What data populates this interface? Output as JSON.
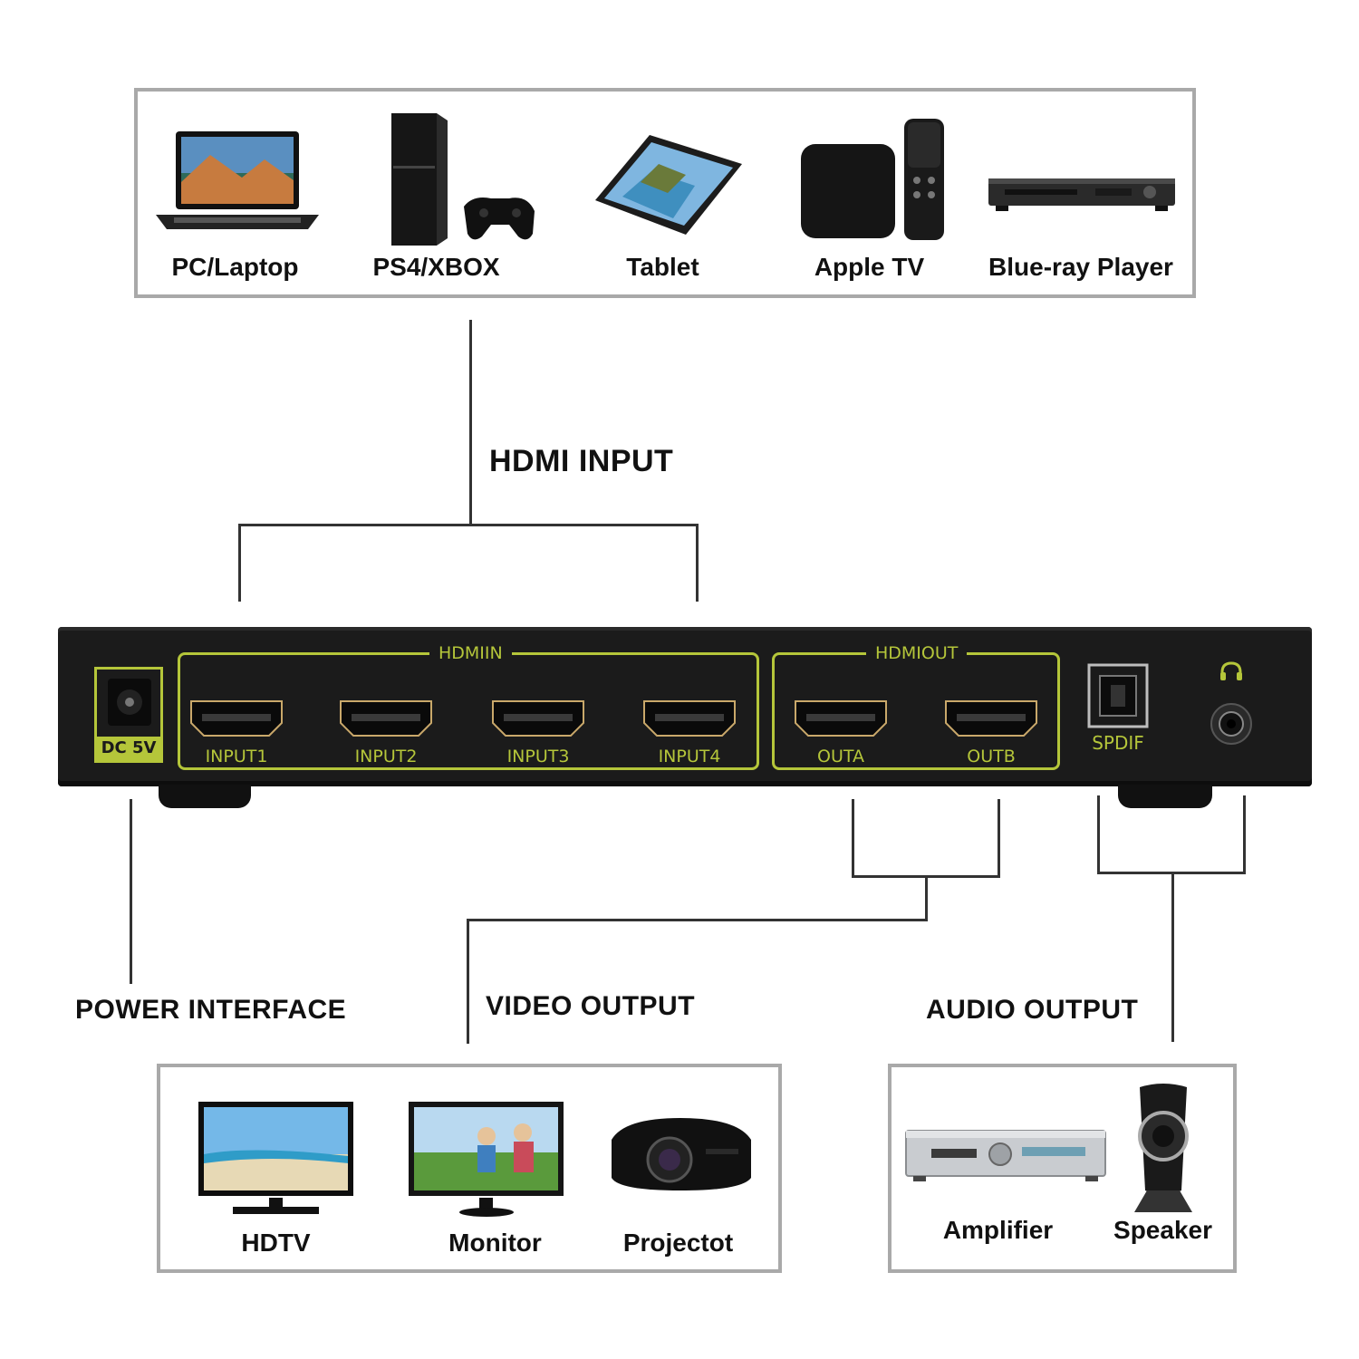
{
  "sources": {
    "items": [
      {
        "label": "PC/Laptop",
        "icon": "laptop-icon"
      },
      {
        "label": "PS4/XBOX",
        "icon": "game-console-icon"
      },
      {
        "label": "Tablet",
        "icon": "tablet-icon"
      },
      {
        "label": "Apple TV",
        "icon": "apple-tv-icon"
      },
      {
        "label": "Blue-ray Player",
        "icon": "bluray-player-icon"
      }
    ]
  },
  "labels": {
    "hdmi_input": "HDMI INPUT",
    "power_interface": "POWER INTERFACE",
    "video_output": "VIDEO OUTPUT",
    "audio_output": "AUDIO OUTPUT"
  },
  "device": {
    "dc": "DC 5V",
    "hdmi_in_title": "HDMIIN",
    "hdmi_out_title": "HDMIOUT",
    "inputs": [
      "INPUT1",
      "INPUT2",
      "INPUT3",
      "INPUT4"
    ],
    "outputs": [
      "OUTA",
      "OUTB"
    ],
    "spdif": "SPDIF",
    "headphone_icon": "headphone-icon",
    "accent_color": "#b5c63a",
    "body_color": "#1b1b1b"
  },
  "video_outputs": {
    "items": [
      {
        "label": "HDTV",
        "icon": "hdtv-icon"
      },
      {
        "label": "Monitor",
        "icon": "monitor-icon"
      },
      {
        "label": "Projectot",
        "icon": "projector-icon"
      }
    ]
  },
  "audio_outputs": {
    "items": [
      {
        "label": "Amplifier",
        "icon": "amplifier-icon"
      },
      {
        "label": "Speaker",
        "icon": "speaker-icon"
      }
    ]
  }
}
